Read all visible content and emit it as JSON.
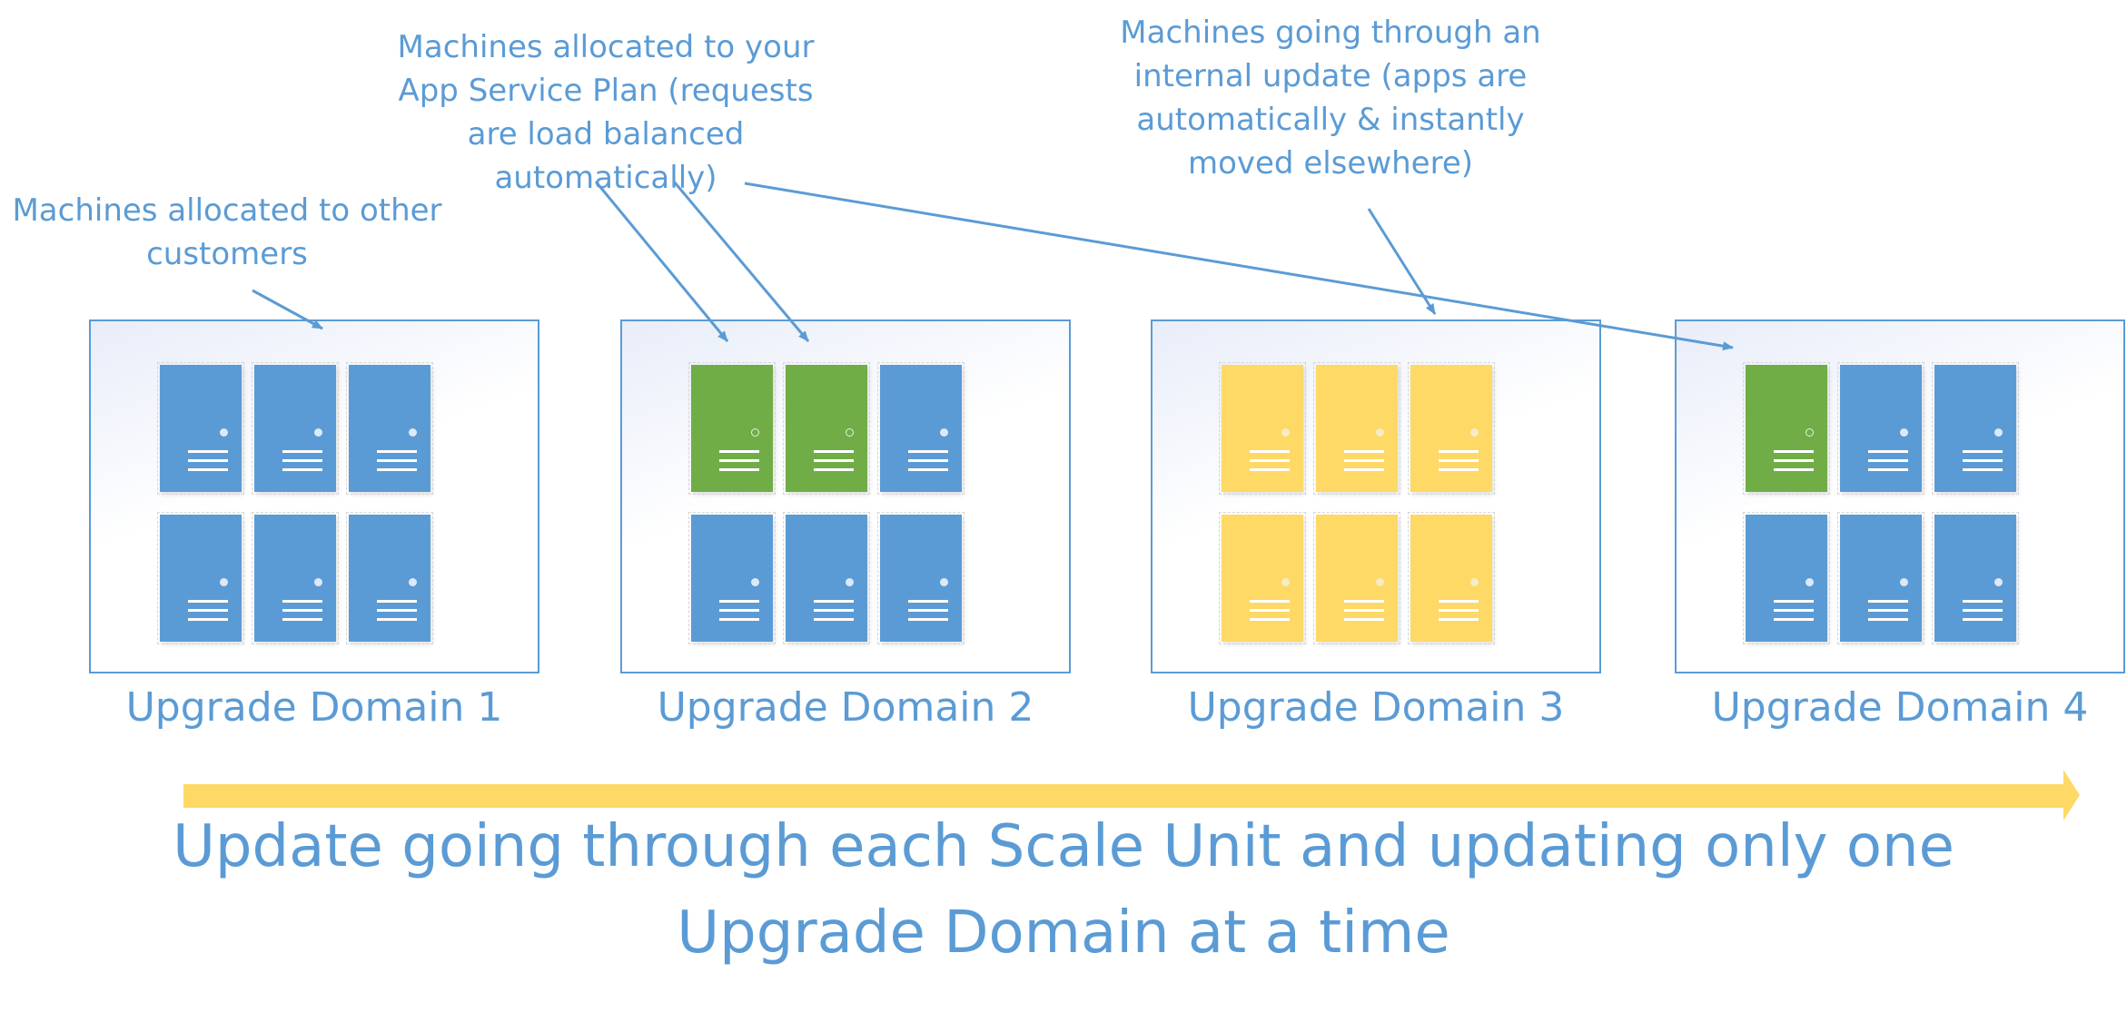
{
  "callouts": {
    "other_customers": [
      "Machines allocated to other",
      "customers"
    ],
    "app_service_plan": [
      "Machines allocated to your",
      "App Service Plan (requests",
      "are load balanced",
      "automatically)"
    ],
    "internal_update": [
      "Machines going through an",
      "internal update (apps are",
      "automatically & instantly",
      "moved elsewhere)"
    ]
  },
  "domains": [
    {
      "label": "Upgrade Domain 1",
      "servers": [
        "blue",
        "blue",
        "blue",
        "blue",
        "blue",
        "blue"
      ]
    },
    {
      "label": "Upgrade Domain 2",
      "servers": [
        "green",
        "green",
        "blue",
        "blue",
        "blue",
        "blue"
      ]
    },
    {
      "label": "Upgrade Domain 3",
      "servers": [
        "yellow",
        "yellow",
        "yellow",
        "yellow",
        "yellow",
        "yellow"
      ]
    },
    {
      "label": "Upgrade Domain 4",
      "servers": [
        "green",
        "blue",
        "blue",
        "blue",
        "blue",
        "blue"
      ]
    }
  ],
  "footer": [
    "Update going through each Scale Unit and updating only one",
    "Upgrade Domain at a time"
  ],
  "colors": {
    "accent_blue": "#5b9bd5",
    "allocated_green": "#70ad47",
    "updating_yellow": "#ffd966",
    "progress_arrow": "#ffd966"
  },
  "icons": {
    "server": "server-icon",
    "progress": "progress-arrow"
  }
}
